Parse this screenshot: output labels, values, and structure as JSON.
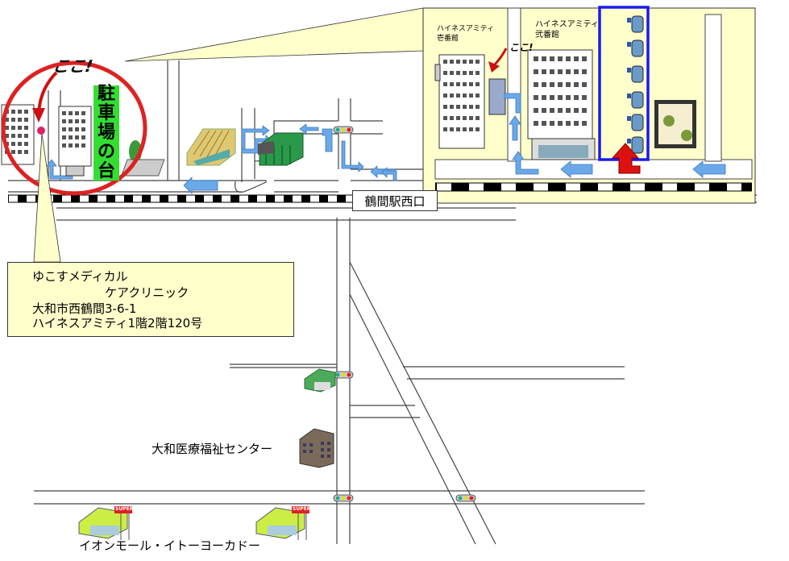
{
  "address_box": {
    "line1": "ゆこすメディカル",
    "line2": "ケアクリニック",
    "line3": "大和市西鶴間3-6-1",
    "line4": "ハイネスアミティ1階2階120号"
  },
  "parking_sign": [
    "駐",
    "車",
    "場",
    "の",
    "台"
  ],
  "here_marker": "ここ!",
  "station_label": "鶴間駅西口",
  "inset": {
    "building1_label": "ハイネスアミティ壱番館",
    "building2_label": "ハイネスアミティ弐番館",
    "here_marker": "ここ!"
  },
  "landmarks": {
    "medical_center": "大和医療福祉センター",
    "shopping_mall": "イオンモール・イトーヨーカドー",
    "supermarket_sign": "SUPER"
  },
  "colors": {
    "highlight_circle": "#dd2222",
    "parking_green": "#33dd33",
    "route_arrow": "#6aa8e8",
    "inset_bg": "#ffffcc",
    "parking_box": "#1a1aee",
    "entry_arrow": "#dd1111"
  }
}
